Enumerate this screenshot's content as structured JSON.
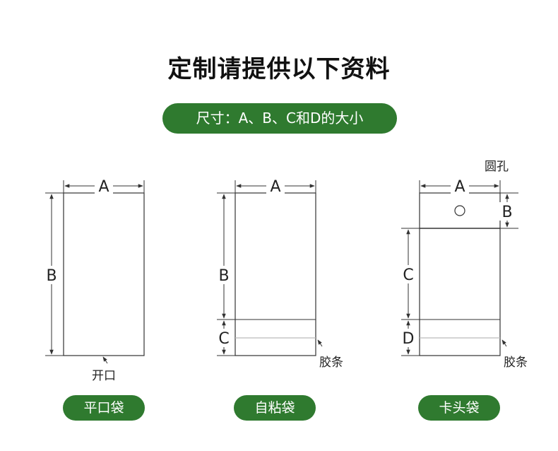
{
  "title": "定制请提供以下资料",
  "subtitle": "尺寸：A、B、C和D的大小",
  "bags": {
    "flat": {
      "name": "平口袋",
      "label_a": "A",
      "label_b": "B",
      "opening": "开口"
    },
    "self_seal": {
      "name": "自粘袋",
      "label_a": "A",
      "label_b": "B",
      "label_c": "C",
      "tape": "胶条"
    },
    "header": {
      "name": "卡头袋",
      "label_a": "A",
      "label_b": "B",
      "label_c": "C",
      "label_d": "D",
      "hole": "圆孔",
      "tape": "胶条"
    }
  },
  "colors": {
    "accent": "#2f7a2f",
    "line": "#333333",
    "tape_line": "#bbbbbb"
  }
}
